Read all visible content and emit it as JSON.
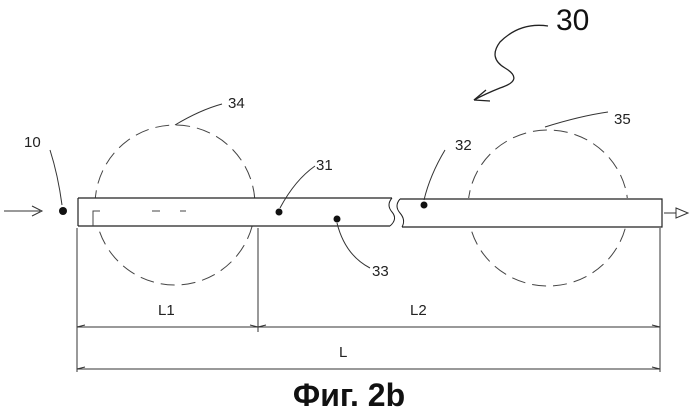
{
  "figure": {
    "ref_main": "30",
    "ref_10": "10",
    "ref_31": "31",
    "ref_32": "32",
    "ref_33": "33",
    "ref_34": "34",
    "ref_35": "35",
    "dim_l1": "L1",
    "dim_l2": "L2",
    "dim_l": "L",
    "caption": "Фиг. 2b"
  }
}
